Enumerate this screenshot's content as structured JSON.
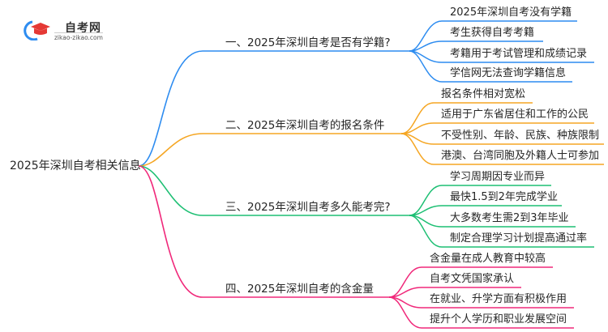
{
  "logo": {
    "title": "自考网",
    "url": "zikao-zikao.com"
  },
  "root": {
    "label": "2025年深圳自考相关信息"
  },
  "colors": {
    "blue": "#2d8cf0",
    "orange": "#f5a623",
    "green": "#1dbf73",
    "pink": "#f0287a"
  },
  "branches": [
    {
      "label": "一、2025年深圳自考是否有学籍?",
      "color": "#2d8cf0",
      "leaves": [
        "2025年深圳自考没有学籍",
        "考生获得自考考籍",
        "考籍用于考试管理和成绩记录",
        "学信网无法查询学籍信息"
      ]
    },
    {
      "label": "二、2025年深圳自考的报名条件",
      "color": "#f5a623",
      "leaves": [
        "报名条件相对宽松",
        "适用于广东省居住和工作的公民",
        "不受性别、年龄、民族、种族限制",
        "港澳、台湾同胞及外籍人士可参加"
      ]
    },
    {
      "label": "三、2025年深圳自考多久能考完?",
      "color": "#1dbf73",
      "leaves": [
        "学习周期因专业而异",
        "最快1.5到2年完成学业",
        "大多数考生需2到3年毕业",
        "制定合理学习计划提高通过率"
      ]
    },
    {
      "label": "四、2025年深圳自考的含金量",
      "color": "#f0287a",
      "leaves": [
        "含金量在成人教育中较高",
        "自考文凭国家承认",
        "在就业、升学方面有积极作用",
        "提升个人学历和职业发展空间"
      ]
    }
  ]
}
